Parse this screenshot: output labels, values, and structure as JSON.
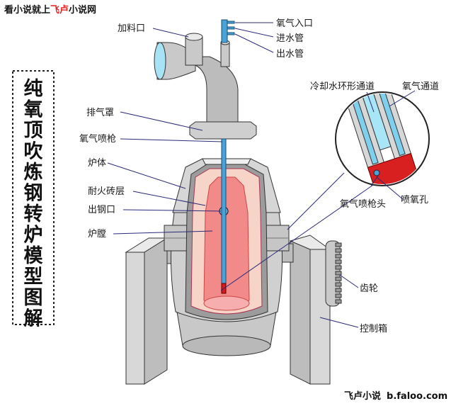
{
  "header": {
    "part1": "看小说就上",
    "part2": "飞卢",
    "part3": "小说网"
  },
  "title": "纯氧顶吹炼钢转炉模型图解",
  "labels": {
    "feed_port": "加料口",
    "oxygen_inlet": "氧气入口",
    "water_in": "进水管",
    "water_out": "出水管",
    "exhaust_hood": "排气罩",
    "oxygen_lance": "氧气喷枪",
    "furnace_body": "炉体",
    "refractory": "耐火砖层",
    "tap_hole": "出钢口",
    "furnace_chamber": "炉膛",
    "gear": "齿轮",
    "control_box": "控制箱",
    "cooling_channel": "冷却水环形通道",
    "oxygen_channel": "氧气通道",
    "lance_head": "氧气喷枪头",
    "spray_hole": "喷氧孔"
  },
  "watermark": {
    "site_name": "飞卢小说",
    "url": "b.faloo.com"
  },
  "colors": {
    "steel": "#d2d2d2",
    "steel_dark": "#8a8a8a",
    "refractory": "#f7d4c8",
    "molten": "#f28a8a",
    "lance": "#4aa3d8",
    "lance_tip": "#d01c1c",
    "accent_red": "#e0211d",
    "frame": "#d8d8d8"
  }
}
